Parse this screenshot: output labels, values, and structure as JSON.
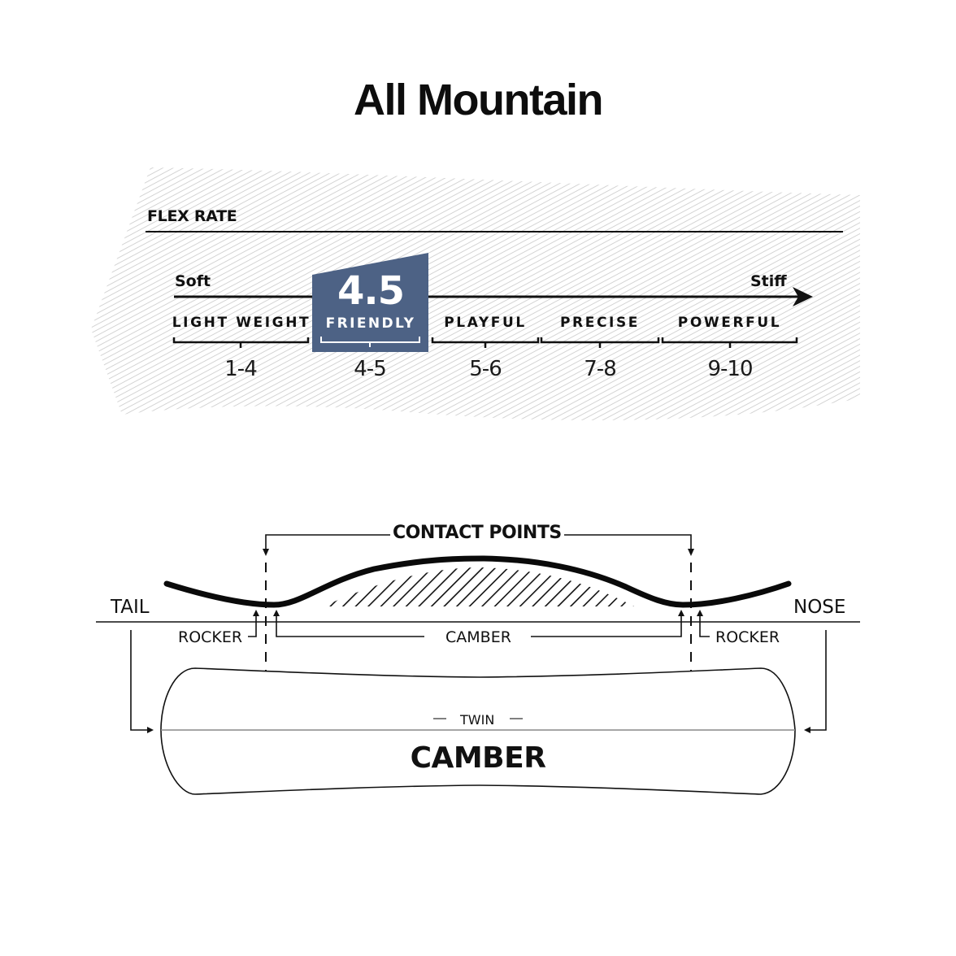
{
  "title": "All Mountain",
  "flex_rate": {
    "heading": "FLEX RATE",
    "scale_start": "Soft",
    "scale_end": "Stiff",
    "selected": {
      "value": "4.5",
      "label": "FRIENDLY",
      "badge_color": "#4d6285"
    },
    "categories": [
      {
        "label": "LIGHT WEIGHT",
        "range": "1-4"
      },
      {
        "label": "FRIENDLY",
        "range": "4-5"
      },
      {
        "label": "PLAYFUL",
        "range": "5-6"
      },
      {
        "label": "PRECISE",
        "range": "7-8"
      },
      {
        "label": "POWERFUL",
        "range": "9-10"
      }
    ]
  },
  "profile": {
    "contact_points_label": "CONTACT POINTS",
    "tail_label": "TAIL",
    "nose_label": "NOSE",
    "rocker_left_label": "ROCKER",
    "rocker_right_label": "ROCKER",
    "camber_label": "CAMBER"
  },
  "board": {
    "shape_label": "TWIN",
    "profile_type": "CAMBER"
  }
}
